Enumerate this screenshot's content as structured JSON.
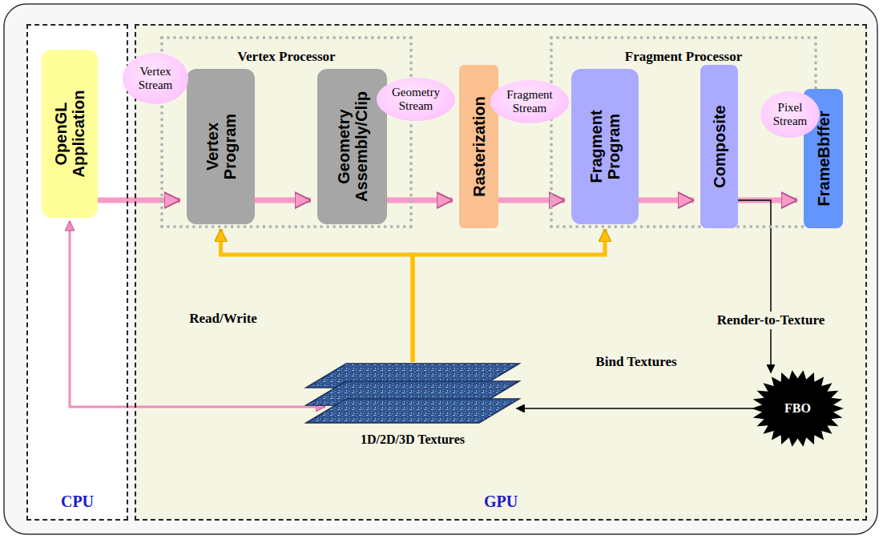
{
  "diagram": {
    "nodes": [
      {
        "text": [
          "CPU"
        ]
      },
      {
        "text": [
          "OpenGL Application"
        ],
        "in": 0
      },
      {
        "text": [
          "GPU"
        ]
      },
      {
        "text": [
          "Vertex Processor"
        ],
        "in": 2
      },
      {
        "text": [
          "Vertex Program"
        ],
        "in": 3
      },
      {
        "text": [
          "Geometry Assembly/Clip"
        ],
        "in": 3
      },
      {
        "text": [
          "Rasterization"
        ],
        "in": 2
      },
      {
        "text": [
          "Fragment Processor"
        ],
        "in": 2
      },
      {
        "text": [
          "Fragment Program"
        ],
        "in": 7
      },
      {
        "text": [
          "Composite"
        ],
        "in": 7
      },
      {
        "text": [
          "FrameBbffer"
        ],
        "in": 2
      },
      {
        "text": [
          "1D/2D/3D Textures"
        ],
        "in": 2
      },
      {
        "text": [
          "FBO"
        ],
        "in": 2
      },
      {
        "text": [
          "Vertex Stream"
        ]
      },
      {
        "text": [
          "Geometry Stream"
        ]
      },
      {
        "text": [
          "Fragment Stream"
        ]
      },
      {
        "text": [
          "Pixel Stream"
        ]
      }
    ],
    "edges": [
      {
        "from": 1,
        "to": 4,
        "arrow": "to"
      },
      {
        "from": 4,
        "to": 5,
        "arrow": "to"
      },
      {
        "from": 5,
        "to": 6,
        "arrow": "to"
      },
      {
        "from": 6,
        "to": 8,
        "arrow": "to"
      },
      {
        "from": 8,
        "to": 9,
        "arrow": "to"
      },
      {
        "from": 9,
        "to": 10,
        "arrow": "to"
      },
      {
        "from": 9,
        "to": 12,
        "label": "Render-to-Texture",
        "arrow": "to"
      },
      {
        "from": 12,
        "to": 11,
        "label": "Bind Textures",
        "arrow": "to"
      },
      {
        "from": 1,
        "to": 11,
        "label": "Read/Write",
        "arrow": "both"
      },
      {
        "from": 11,
        "to": 4,
        "arrow": "to"
      },
      {
        "from": 11,
        "to": 8,
        "arrow": "to"
      }
    ]
  }
}
